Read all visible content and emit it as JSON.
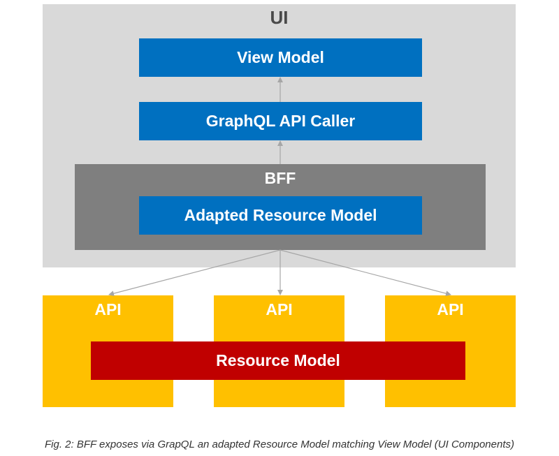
{
  "ui": {
    "title": "UI"
  },
  "view_model": {
    "label": "View Model"
  },
  "graphql_api_caller": {
    "label": "GraphQL API Caller"
  },
  "bff": {
    "title": "BFF",
    "adapted_resource_model": "Adapted Resource Model"
  },
  "apis": [
    {
      "label": "API"
    },
    {
      "label": "API"
    },
    {
      "label": "API"
    }
  ],
  "resource_model": {
    "label": "Resource Model"
  },
  "caption": "Fig. 2: BFF exposes via GrapQL an adapted Resource Model matching View Model (UI Components)",
  "colors": {
    "ui_background": "#d9d9d9",
    "bff_background": "#7f7f7f",
    "blue_box": "#0070c0",
    "api_box": "#ffc000",
    "resource_model": "#c00000",
    "arrow": "#a6a6a6"
  }
}
